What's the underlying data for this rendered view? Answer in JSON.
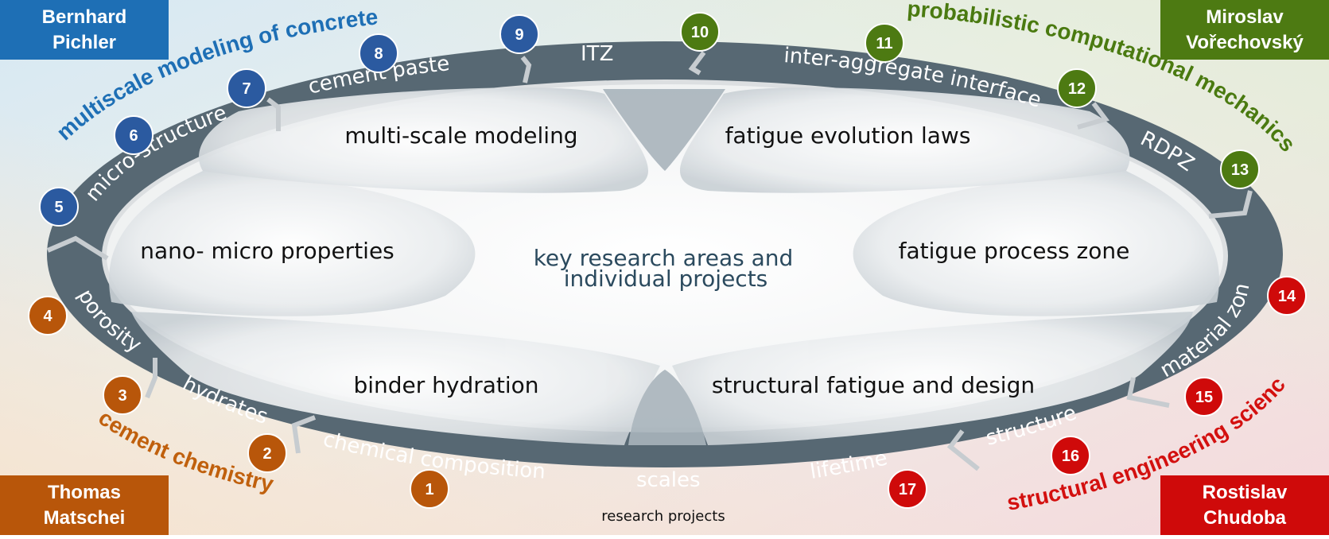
{
  "colors": {
    "blue": "#1e6fb5",
    "blue_dark": "#2b4f8f",
    "green": "#4d7a12",
    "green_text": "#4a7a10",
    "orange": "#b8560a",
    "orange_text": "#c0600d",
    "red": "#cf0a0a",
    "red_text": "#d3100f",
    "ring": "#576873",
    "center_text": "#2b4a5e"
  },
  "corners": {
    "top_left": "Bernhard\nPichler",
    "top_right": "Miroslav\nVořechovský",
    "bottom_left": "Thomas\nMatschei",
    "bottom_right": "Rostislav\nChudoba"
  },
  "arc_labels": {
    "blue": "multiscale modeling of concrete",
    "green": "probabilistic computational mechanics",
    "orange": "cement chemistry",
    "red": "structural engineering science"
  },
  "ring_labels": {
    "micro_structure": "micro-structure",
    "cement_paste": "cement paste",
    "itz": "ITZ",
    "inter_aggregate": "inter-aggregate interface",
    "rdpz": "RDPZ",
    "porosity": "porosity",
    "material_zone": "material zone",
    "hydrates": "hydrates",
    "chemical_composition": "chemical composition",
    "scales": "scales",
    "lifetime": "lifetime",
    "structure": "structure"
  },
  "areas": {
    "multi_scale": "multi-scale modeling",
    "fatigue_laws": "fatigue evolution laws",
    "nano_micro": "nano- micro properties",
    "process_zone": "fatigue process zone",
    "binder": "binder hydration",
    "structural": "structural fatigue and design"
  },
  "center": {
    "line1": "key research areas and",
    "line2": "individual projects"
  },
  "footer": "research projects",
  "projects": [
    {
      "n": "1",
      "group": "orange"
    },
    {
      "n": "2",
      "group": "orange"
    },
    {
      "n": "3",
      "group": "orange"
    },
    {
      "n": "4",
      "group": "orange"
    },
    {
      "n": "5",
      "group": "blue"
    },
    {
      "n": "6",
      "group": "blue"
    },
    {
      "n": "7",
      "group": "blue"
    },
    {
      "n": "8",
      "group": "blue"
    },
    {
      "n": "9",
      "group": "blue"
    },
    {
      "n": "10",
      "group": "green"
    },
    {
      "n": "11",
      "group": "green"
    },
    {
      "n": "12",
      "group": "green"
    },
    {
      "n": "13",
      "group": "green"
    },
    {
      "n": "14",
      "group": "red"
    },
    {
      "n": "15",
      "group": "red"
    },
    {
      "n": "16",
      "group": "red"
    },
    {
      "n": "17",
      "group": "red"
    }
  ]
}
